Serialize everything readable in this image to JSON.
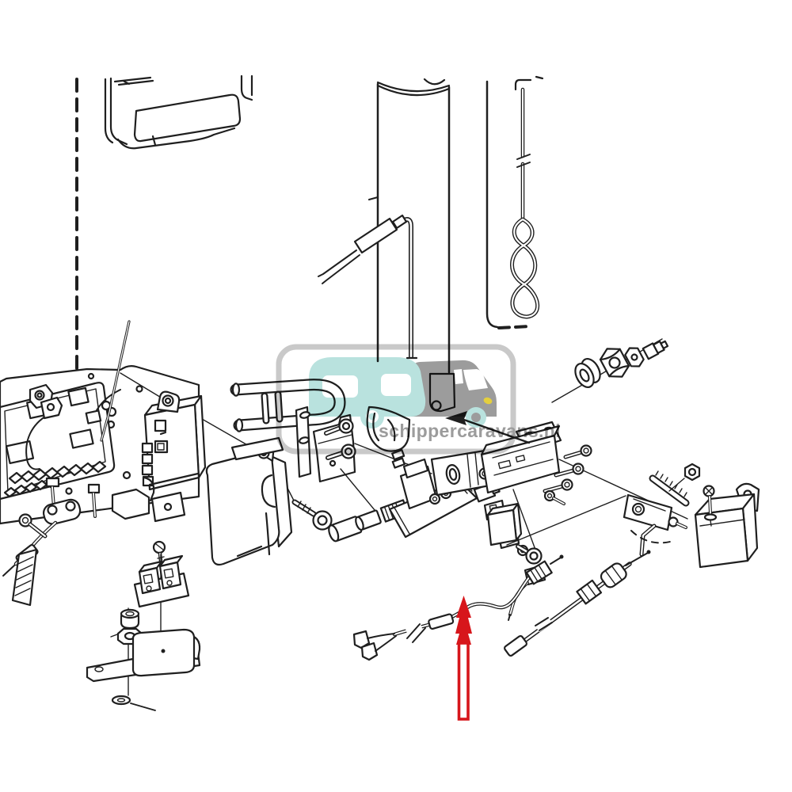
{
  "watermark": {
    "text": "schippercaravans.nl"
  },
  "colors": {
    "line": "#1f1f1f",
    "frame": "#c9c9c9",
    "caravan": "#b9e2de",
    "van": "#9c9c9c",
    "headlight": "#e4cf3e",
    "wmtext": "#9c9c9c",
    "red": "#d7161b"
  },
  "diagram": {
    "type": "exploded-parts-line-drawing",
    "parts": [
      "appliance-housing-corner",
      "mounting-dashed-line",
      "flue-tube",
      "sensor-probe-cable",
      "flue-liner-dashed",
      "anode-rod-twisted",
      "sealing-washer",
      "union-nut",
      "lock-nut",
      "compression-fitting",
      "control-pcb",
      "mounting-plate",
      "relay-box",
      "plastic-cover",
      "burner-manifold",
      "burner-side-plate",
      "stepped-bracket",
      "socket-head-screws",
      "gas-valve",
      "solenoid-coil",
      "valve-spacers",
      "venturi-block",
      "burner-mounting-bracket",
      "fixing-screws",
      "z-bracket",
      "junction-box",
      "igniter-lever",
      "hex-nut-small",
      "cover-box-right",
      "ignition-electrode",
      "ignition-cable",
      "thermocouple-cable",
      "spade-connectors",
      "thermocouple-fitting",
      "screw-small",
      "terminal-block",
      "cap-nut",
      "hex-nut",
      "clamp-bracket",
      "base-bracket-box",
      "washer-flat",
      "cable-gland",
      "hatched-label",
      "pointer-arrow-red",
      "pointer-arrow-black"
    ]
  }
}
